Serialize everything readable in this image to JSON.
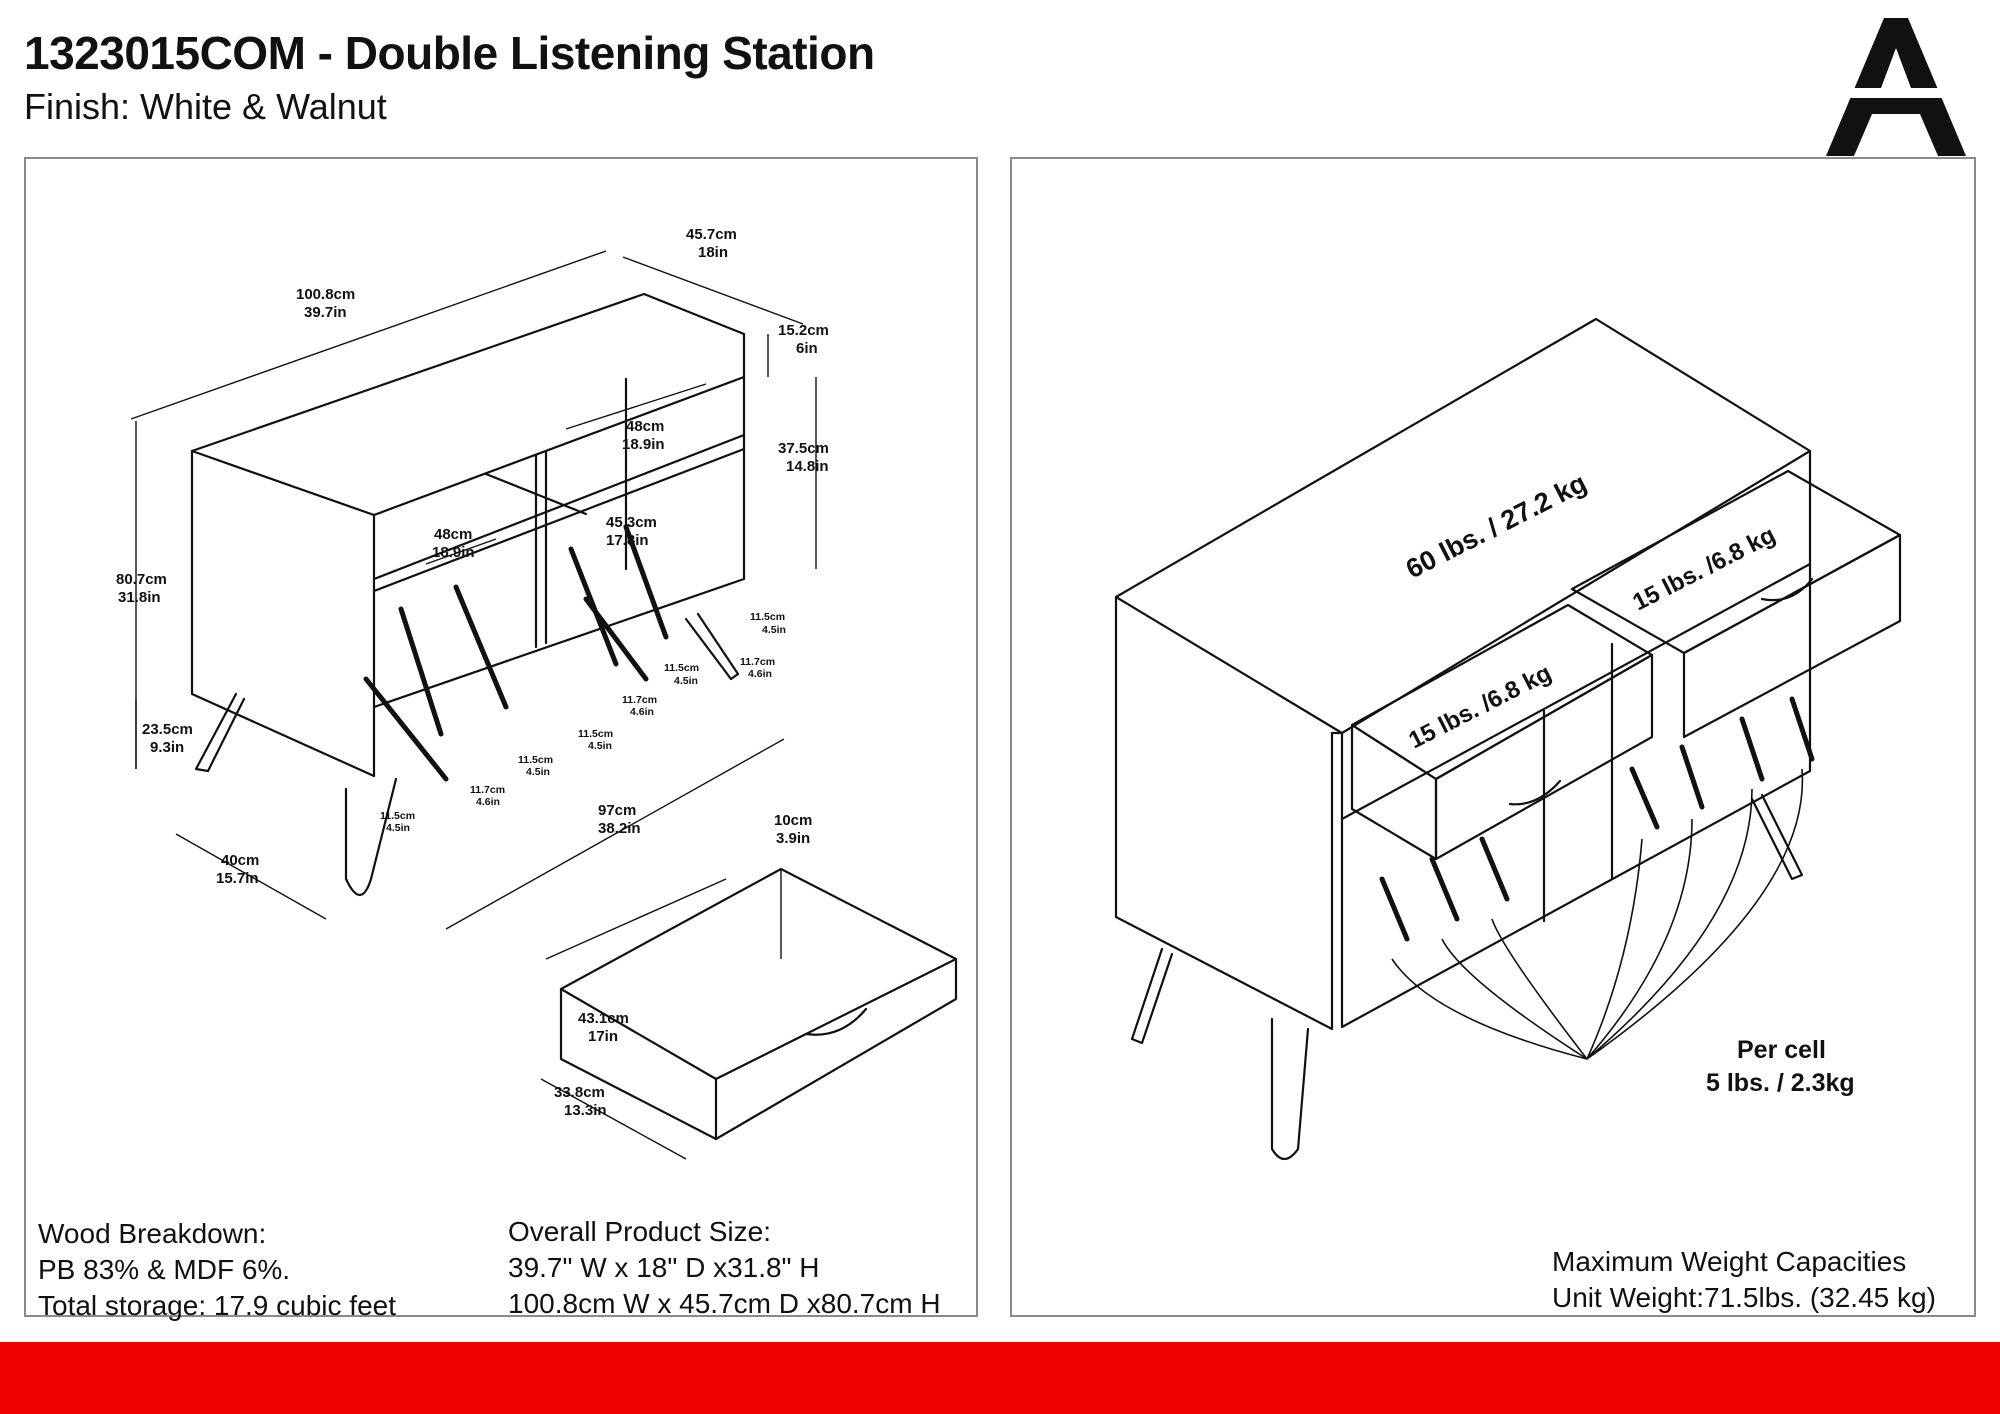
{
  "header": {
    "title": "1323015COM - Double Listening Station",
    "finish": "Finish:  White & Walnut"
  },
  "brand": {
    "logo_icon": "brand-a-logo-icon",
    "color": "#111111"
  },
  "left_panel": {
    "dimensions": {
      "width": [
        "100.8cm",
        "39.7in"
      ],
      "depth": [
        "45.7cm",
        "18in"
      ],
      "drawer_height": [
        "15.2cm",
        "6in"
      ],
      "cell_height": [
        "37.5cm",
        "14.8in"
      ],
      "top_cell_width": [
        "48cm",
        "18.9in"
      ],
      "front_cell_width": [
        "48cm",
        "18.9in"
      ],
      "cell_depth": [
        "45.3cm",
        "17.8in"
      ],
      "total_height": [
        "80.7cm",
        "31.8in"
      ],
      "leg_height": [
        "23.5cm",
        "9.3in"
      ],
      "leg_depth": [
        "40cm",
        "15.7in"
      ],
      "inner_width": [
        "97cm",
        "38.2in"
      ],
      "slot_a": [
        "11.5cm",
        "4.5in"
      ],
      "slot_b": [
        "11.7cm",
        "4.6in"
      ],
      "slot_c": [
        "11.5cm",
        "4.5in"
      ],
      "slot_d": [
        "11.7cm",
        "4.6in"
      ],
      "slot_e": [
        "11.5cm",
        "4.5in"
      ],
      "slot_f": [
        "11.5cm",
        "4.5in"
      ],
      "slot_g": [
        "11.7cm",
        "4.6in"
      ],
      "slot_h": [
        "11.5cm",
        "4.5in"
      ],
      "drawer_box_height": [
        "10cm",
        "3.9in"
      ],
      "drawer_box_width": [
        "43.1cm",
        "17in"
      ],
      "drawer_box_depth": [
        "33.8cm",
        "13.3in"
      ]
    },
    "wood_breakdown": {
      "heading": "Wood Breakdown:",
      "line1": "PB 83% & MDF 6%.",
      "line2": "Total storage: 17.9 cubic feet"
    },
    "overall_size": {
      "heading": "Overall Product Size:",
      "imperial": "39.7\" W x 18\" D x31.8\" H",
      "metric": "100.8cm W x 45.7cm D x80.7cm H"
    }
  },
  "right_panel": {
    "top_capacity": "60 lbs. / 27.2 kg",
    "drawer_left_capacity": "15 lbs. /6.8 kg",
    "drawer_right_capacity": "15 lbs. /6.8 kg",
    "per_cell_label": "Per cell",
    "per_cell_capacity": "5 lbs. / 2.3kg",
    "max_heading": "Maximum Weight Capacities",
    "unit_weight": "Unit Weight:71.5lbs. (32.45 kg)"
  },
  "footer": {
    "band_color": "#ee0000"
  }
}
